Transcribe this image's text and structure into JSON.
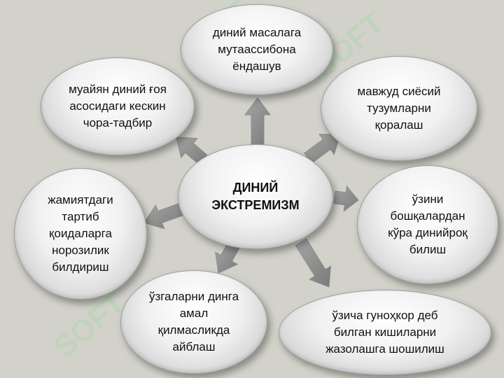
{
  "diagram": {
    "center": "ДИНИЙ\nЭКСТРЕМИЗМ",
    "nodes": {
      "top": "диний масалага\nмутаассибона\nёндашув",
      "top_left": "муайян диний ғоя\nасосидаги кескин\nчора-тадбир",
      "top_right": "мавжуд сиёсий\nтузумларни\nқоралаш",
      "left": "жамиятдаги\nтартиб\nқоидаларга\nнорозилик\nбилдириш",
      "right": "ўзини\nбошқалардан\nкўра динийроқ\nбилиш",
      "bottom_left": "ўзгаларни динга\nамал\nқилмасликда\nайблаш",
      "bottom_right": "ўзича гуноҳкор деб\nбилган кишиларни\nжазолашга шошилиш"
    },
    "colors": {
      "background": "#d2d2ca",
      "arrow": "#8c8c8c"
    }
  },
  "watermark": {
    "text": "SOFT"
  }
}
